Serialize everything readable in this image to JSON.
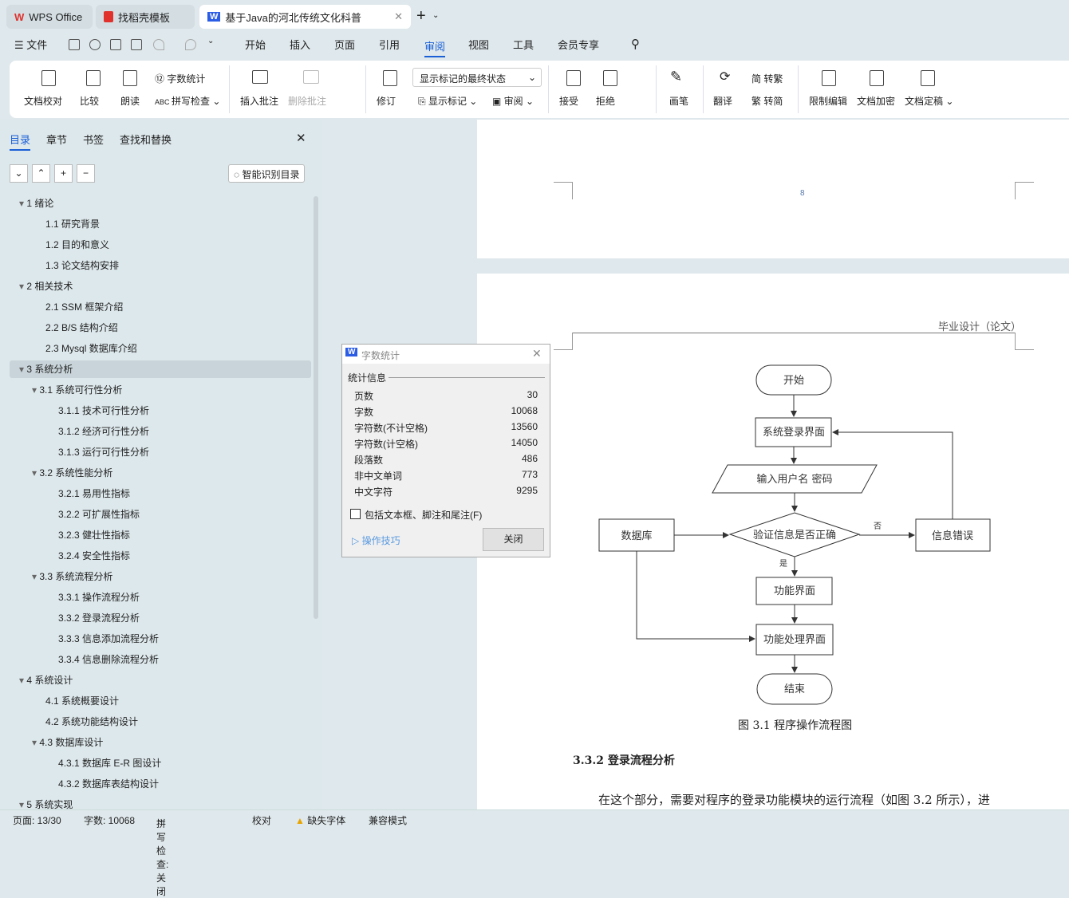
{
  "tabs": [
    {
      "label": "WPS Office"
    },
    {
      "label": "找稻壳模板"
    },
    {
      "label": "基于Java的河北传统文化科普"
    }
  ],
  "menu": {
    "file": "文件",
    "items": [
      "开始",
      "插入",
      "页面",
      "引用",
      "审阅",
      "视图",
      "工具",
      "会员专享"
    ],
    "active": "审阅"
  },
  "ribbon": {
    "proof": "文档校对",
    "compare": "比较",
    "read": "朗读",
    "wordcount": "字数统计",
    "spell": "拼写检查",
    "insert_comment": "插入批注",
    "delete_comment": "删除批注",
    "revise": "修订",
    "markup_state": "显示标记的最终状态",
    "show_markup": "显示标记",
    "review": "审阅",
    "accept": "接受",
    "reject": "拒绝",
    "pen": "画笔",
    "translate": "翻译",
    "to_trad": "转繁",
    "to_simp": "转简",
    "restrict": "限制编辑",
    "encrypt": "文档加密",
    "finalize": "文档定稿"
  },
  "panel": {
    "tabs": [
      "目录",
      "章节",
      "书签",
      "查找和替换"
    ],
    "smart_toc": "智能识别目录",
    "toc": [
      {
        "t": "1  绪论",
        "l": 0,
        "c": 1
      },
      {
        "t": "1.1  研究背景",
        "l": 1
      },
      {
        "t": "1.2  目的和意义",
        "l": 1
      },
      {
        "t": "1.3  论文结构安排",
        "l": 1
      },
      {
        "t": "2  相关技术",
        "l": 0,
        "c": 1
      },
      {
        "t": "2.1 SSM 框架介绍",
        "l": 1
      },
      {
        "t": "2.2 B/S 结构介绍",
        "l": 1
      },
      {
        "t": "2.3 Mysql 数据库介绍",
        "l": 1
      },
      {
        "t": "3  系统分析",
        "l": 0,
        "c": 1,
        "sel": 1
      },
      {
        "t": "3.1  系统可行性分析",
        "l": 1,
        "c": 1
      },
      {
        "t": "3.1.1  技术可行性分析",
        "l": 2
      },
      {
        "t": "3.1.2  经济可行性分析",
        "l": 2
      },
      {
        "t": "3.1.3  运行可行性分析",
        "l": 2
      },
      {
        "t": "3.2  系统性能分析",
        "l": 1,
        "c": 1
      },
      {
        "t": "3.2.1  易用性指标",
        "l": 2
      },
      {
        "t": "3.2.2  可扩展性指标",
        "l": 2
      },
      {
        "t": "3.2.3  健壮性指标",
        "l": 2
      },
      {
        "t": "3.2.4  安全性指标",
        "l": 2
      },
      {
        "t": "3.3  系统流程分析",
        "l": 1,
        "c": 1
      },
      {
        "t": "3.3.1  操作流程分析",
        "l": 2
      },
      {
        "t": "3.3.2  登录流程分析",
        "l": 2
      },
      {
        "t": "3.3.3  信息添加流程分析",
        "l": 2
      },
      {
        "t": "3.3.4  信息删除流程分析",
        "l": 2
      },
      {
        "t": "4  系统设计",
        "l": 0,
        "c": 1
      },
      {
        "t": "4.1  系统概要设计",
        "l": 1
      },
      {
        "t": "4.2  系统功能结构设计",
        "l": 1
      },
      {
        "t": "4.3  数据库设计",
        "l": 1,
        "c": 1
      },
      {
        "t": "4.3.1  数据库 E-R 图设计",
        "l": 2
      },
      {
        "t": "4.3.2  数据库表结构设计",
        "l": 2
      },
      {
        "t": "5  系统实现",
        "l": 0,
        "c": 1
      }
    ]
  },
  "doc": {
    "page_number": "8",
    "header": "毕业设计（论文）",
    "caption": "图 3.1  程序操作流程图",
    "section": "3.3.2  登录流程分析",
    "para": "在这个部分，需要对程序的登录功能模块的运行流程（如图 3.2 所示），进",
    "flow": {
      "start": "开始",
      "login": "系统登录界面",
      "input": "输入用户名 密码",
      "verify": "验证信息是否正确",
      "db": "数据库",
      "error": "信息错误",
      "no": "否",
      "yes": "是",
      "func": "功能界面",
      "process": "功能处理界面",
      "end": "结束"
    }
  },
  "dialog": {
    "title": "字数统计",
    "group": "统计信息",
    "stats": [
      {
        "k": "页数",
        "v": "30"
      },
      {
        "k": "字数",
        "v": "10068"
      },
      {
        "k": "字符数(不计空格)",
        "v": "13560"
      },
      {
        "k": "字符数(计空格)",
        "v": "14050"
      },
      {
        "k": "段落数",
        "v": "486"
      },
      {
        "k": "非中文单词",
        "v": "773"
      },
      {
        "k": "中文字符",
        "v": "9295"
      }
    ],
    "checkbox": "包括文本框、脚注和尾注(F)",
    "tips": "操作技巧",
    "close": "关闭"
  },
  "status": {
    "page": "页面: 13/30",
    "words": "字数: 10068",
    "spell": "拼写检查: 关闭",
    "proof": "校对",
    "missing_font": "缺失字体",
    "compat": "兼容模式"
  },
  "colors": {
    "accent": "#1a5fd6",
    "wps_red": "#e0312c"
  }
}
